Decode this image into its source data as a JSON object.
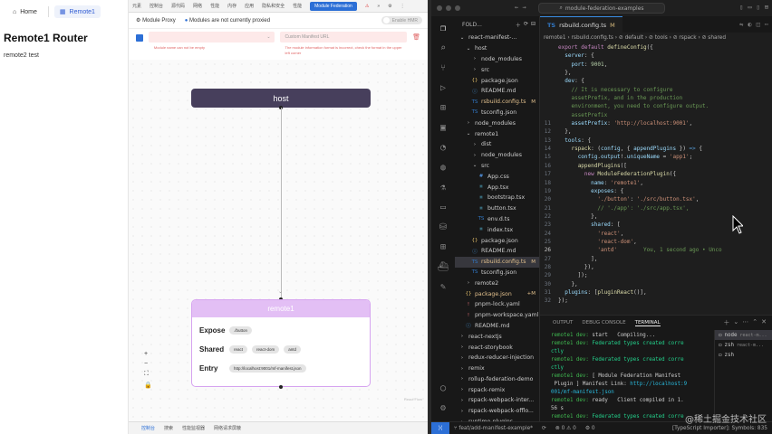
{
  "left": {
    "nav": [
      {
        "label": "Home",
        "icon": "home-icon"
      },
      {
        "label": "Remote1",
        "icon": "app-icon"
      }
    ],
    "title": "Remote1 Router",
    "subtitle": "remote2 test"
  },
  "devtools": {
    "tabs": [
      "元素",
      "控制台",
      "源代码",
      "网络",
      "性能",
      "内存",
      "应用",
      "隐私和安全",
      "性能",
      "Module Federation",
      "⚠",
      "»",
      "⚙",
      "⋮"
    ],
    "active_tab": "Module Federation",
    "toolbar": {
      "module_proxy": "Module Proxy",
      "modules_status": "Modules are not currently proxied",
      "toggle": "Enable HMR"
    },
    "form": {
      "module_placeholder": "",
      "manifest_placeholder": "Custom Manifest URL",
      "module_error": "Module name can not be empty",
      "manifest_error": "The module information format is incorrect, check the format in the upper left corner"
    },
    "graph": {
      "host_label": "host",
      "remote_label": "remote1",
      "expose_label": "Expose",
      "expose_chips": [
        "./button"
      ],
      "shared_label": "Shared",
      "shared_chips": [
        "react",
        "react-dom",
        "antd"
      ],
      "entry_label": "Entry",
      "entry_value": "http://localhost:9001/mf-manifest.json",
      "brand": "React Flow"
    },
    "controls": [
      "+",
      "−",
      "⛶",
      "🔒"
    ],
    "statusbar": [
      "控制台",
      "搜索",
      "性能监视器",
      "网络请求屏蔽"
    ]
  },
  "vscode": {
    "window_title": "module-federation-examples",
    "explorer_header": "FOLD...",
    "tree": [
      {
        "name": "react-manifest-...",
        "kind": "folder-open",
        "indent": 0
      },
      {
        "name": "host",
        "kind": "folder-open",
        "indent": 1
      },
      {
        "name": "node_modules",
        "kind": "folder",
        "indent": 2
      },
      {
        "name": "src",
        "kind": "folder",
        "indent": 2
      },
      {
        "name": "package.json",
        "kind": "json",
        "indent": 2
      },
      {
        "name": "README.md",
        "kind": "md",
        "indent": 2
      },
      {
        "name": "rsbuild.config.ts",
        "kind": "ts",
        "indent": 2,
        "badge": "M"
      },
      {
        "name": "tsconfig.json",
        "kind": "tsconfig",
        "indent": 2
      },
      {
        "name": "node_modules",
        "kind": "folder",
        "indent": 1
      },
      {
        "name": "remote1",
        "kind": "folder-open",
        "indent": 1
      },
      {
        "name": "dist",
        "kind": "folder",
        "indent": 2
      },
      {
        "name": "node_modules",
        "kind": "folder",
        "indent": 2
      },
      {
        "name": "src",
        "kind": "folder-open",
        "indent": 2
      },
      {
        "name": "App.css",
        "kind": "css",
        "indent": 3
      },
      {
        "name": "App.tsx",
        "kind": "tsx",
        "indent": 3
      },
      {
        "name": "bootstrap.tsx",
        "kind": "tsx",
        "indent": 3
      },
      {
        "name": "button.tsx",
        "kind": "tsx",
        "indent": 3
      },
      {
        "name": "env.d.ts",
        "kind": "ts",
        "indent": 3
      },
      {
        "name": "index.tsx",
        "kind": "tsx",
        "indent": 3
      },
      {
        "name": "package.json",
        "kind": "json",
        "indent": 2
      },
      {
        "name": "README.md",
        "kind": "md",
        "indent": 2
      },
      {
        "name": "rsbuild.config.ts",
        "kind": "ts",
        "indent": 2,
        "badge": "M",
        "selected": true
      },
      {
        "name": "tsconfig.json",
        "kind": "tsconfig",
        "indent": 2
      },
      {
        "name": "remote2",
        "kind": "folder",
        "indent": 1
      },
      {
        "name": "package.json",
        "kind": "json",
        "indent": 1,
        "badge": "+M"
      },
      {
        "name": "pnpm-lock.yaml",
        "kind": "yaml",
        "indent": 1
      },
      {
        "name": "pnpm-workspace.yaml",
        "kind": "yaml",
        "indent": 1
      },
      {
        "name": "README.md",
        "kind": "md",
        "indent": 1
      },
      {
        "name": "react-nextjs",
        "kind": "folder",
        "indent": 0
      },
      {
        "name": "react-storybook",
        "kind": "folder",
        "indent": 0
      },
      {
        "name": "redux-reducer-injection",
        "kind": "folder",
        "indent": 0
      },
      {
        "name": "remix",
        "kind": "folder",
        "indent": 0
      },
      {
        "name": "rollup-federation-demo",
        "kind": "folder",
        "indent": 0
      },
      {
        "name": "rspack-remix",
        "kind": "folder",
        "indent": 0
      },
      {
        "name": "rspack-webpack-inter...",
        "kind": "folder",
        "indent": 0
      },
      {
        "name": "rspack-webpack-offlo...",
        "kind": "folder",
        "indent": 0
      },
      {
        "name": "runtime-plugins",
        "kind": "folder",
        "indent": 0
      }
    ],
    "editor_tab": {
      "name": "rsbuild.config.ts",
      "modified": "M"
    },
    "breadcrumb": "remote1 › rsbuild.config.ts › ⊘ default › ⊘ tools › ⊘ rspack › ⊘ shared",
    "code": [
      {
        "n": "",
        "html": "<span class=\"k\">export default</span> <span class=\"f\">defineConfig</span>({"
      },
      {
        "n": "",
        "html": "  <span class=\"p\">server</span>: {"
      },
      {
        "n": "",
        "html": "    <span class=\"p\">port</span>: <span class=\"n\">9001</span>,"
      },
      {
        "n": "",
        "html": "  },"
      },
      {
        "n": "",
        "html": "  <span class=\"p\">dev</span>: {"
      },
      {
        "n": "",
        "html": "    <span class=\"c\">// It is necessary to configure</span>"
      },
      {
        "n": "",
        "html": "    <span class=\"c\">assetPrefix, and in the production</span>"
      },
      {
        "n": "",
        "html": "    <span class=\"c\">environment, you need to configure output.</span>"
      },
      {
        "n": "",
        "html": "    <span class=\"c\">assetPrefix</span>"
      },
      {
        "n": "11",
        "html": "    <span class=\"p\">assetPrefix</span>: <span class=\"s\">'http://localhost:9001'</span>,"
      },
      {
        "n": "12",
        "html": "  },"
      },
      {
        "n": "13",
        "html": "  <span class=\"p\">tools</span>: {"
      },
      {
        "n": "14",
        "html": "    <span class=\"f\">rspack</span>: (<span class=\"p\">config</span>, { <span class=\"p\">appendPlugins</span> }) <span class=\"b\">=&gt;</span> {"
      },
      {
        "n": "15",
        "html": "      <span class=\"p\">config</span>.<span class=\"p\">output</span>!.<span class=\"p\">uniqueName</span> = <span class=\"s\">'app1'</span>;"
      },
      {
        "n": "16",
        "html": "      <span class=\"f\">appendPlugins</span>(["
      },
      {
        "n": "17",
        "html": "        <span class=\"k\">new</span> <span class=\"f\">ModuleFederationPlugin</span>({"
      },
      {
        "n": "18",
        "html": "          <span class=\"p\">name</span>: <span class=\"s\">'remote1'</span>,"
      },
      {
        "n": "19",
        "html": "          <span class=\"p\">exposes</span>: {"
      },
      {
        "n": "20",
        "html": "            <span class=\"s\">'./button'</span>: <span class=\"s\">'./src/button.tsx'</span>,"
      },
      {
        "n": "21",
        "html": "            <span class=\"c\">// './app': './src/app.tsx',</span>"
      },
      {
        "n": "22",
        "html": "          },"
      },
      {
        "n": "23",
        "html": "          <span class=\"p\">shared</span>: ["
      },
      {
        "n": "24",
        "html": "            <span class=\"s\">'react'</span>,"
      },
      {
        "n": "25",
        "html": "            <span class=\"s\">'react-dom'</span>,"
      },
      {
        "n": "26",
        "html": "            <span class=\"s\">'antd'</span>        <span class=\"c\">You, 1 second ago • Unco</span>",
        "cur": true
      },
      {
        "n": "27",
        "html": "          ],"
      },
      {
        "n": "28",
        "html": "        }),"
      },
      {
        "n": "29",
        "html": "      ]);"
      },
      {
        "n": "30",
        "html": "    },"
      },
      {
        "n": "31",
        "html": "  <span class=\"p\">plugins</span>: [<span class=\"f\">pluginReact</span>()],"
      },
      {
        "n": "32",
        "html": "});"
      }
    ],
    "panel_tabs": [
      "OUTPUT",
      "DEBUG CONSOLE",
      "TERMINAL"
    ],
    "panel_active": "TERMINAL",
    "terminal": [
      "<span class=\"pr\">remote1 dev:</span> start   Compiling...",
      "<span class=\"pr\">remote1 dev:</span> <span class=\"hl\">Federated types created corre</span>",
      "<span class=\"hl\">ctly</span>",
      "<span class=\"pr\">remote1 dev:</span> <span class=\"hl\">Federated types created corre</span>",
      "<span class=\"hl\">ctly</span>",
      "<span class=\"pr\">remote1 dev:</span> [ Module Federation Manifest",
      " Plugin ] Manifest Link: <span class=\"cy\">http://localhost:9</span>",
      "<span class=\"cy\">001/mf-manifest.json</span>",
      "<span class=\"pr\">remote1 dev:</span> ready   Client compiled in 1.",
      "56 s",
      "<span class=\"pr\">remote1 dev:</span> <span class=\"hl\">Federated types created corre</span>",
      "<span class=\"hl\">ctly</span>"
    ],
    "shells": [
      {
        "name": "node",
        "sub": "react-m...",
        "selected": true
      },
      {
        "name": "zsh",
        "sub": "react-m..."
      },
      {
        "name": "zsh",
        "sub": ""
      }
    ],
    "status": {
      "branch": "feat/add-manifest-example*",
      "sync": "⟳",
      "errors": "⊗ 0 ⚠ 0",
      "ports": "⚙ 0",
      "right": "[TypeScript Importer]: Symbols: 835",
      "watermark": "@稀土掘金技术社区"
    }
  }
}
